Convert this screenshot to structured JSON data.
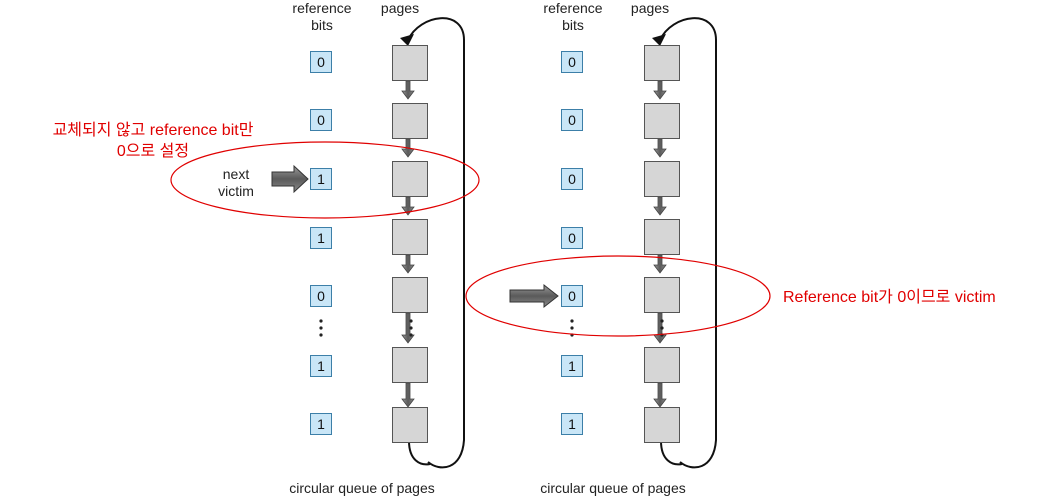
{
  "headers": {
    "reference_bits": "reference\nbits",
    "pages": "pages"
  },
  "left_panel": {
    "bits": [
      "0",
      "0",
      "1",
      "1",
      "0",
      "1",
      "1"
    ],
    "next_victim": "next\nvictim",
    "caption": "circular queue of pages"
  },
  "right_panel": {
    "bits": [
      "0",
      "0",
      "0",
      "0",
      "0",
      "1",
      "1"
    ],
    "caption": "circular queue of pages"
  },
  "annotations": {
    "left_note": "교체되지 않고 reference bit만\n0으로 설정",
    "right_note": "Reference bit가 0이므로 victim"
  },
  "colors": {
    "bit_fill": "#c9e6f7",
    "page_fill": "#d6d6d6",
    "annotation": "#e00000"
  }
}
